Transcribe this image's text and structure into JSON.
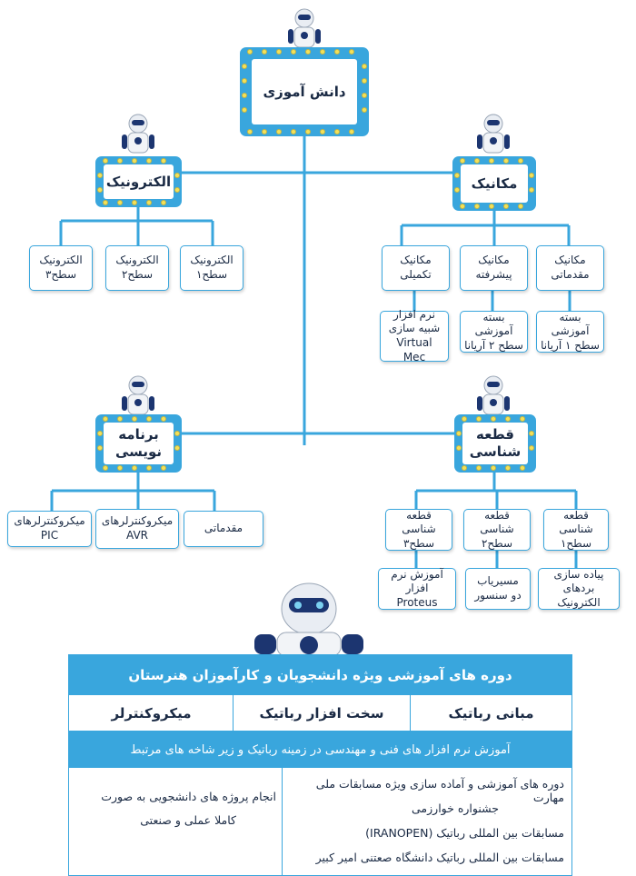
{
  "root": {
    "label": "دانش آموزی"
  },
  "branches": {
    "electronics": {
      "label": "الکترونیک",
      "children": [
        "الکترونیک\nسطح۱",
        "الکترونیک\nسطح۲",
        "الکترونیک\nسطح۳"
      ]
    },
    "mechanics": {
      "label": "مکانیک",
      "children": [
        "مکانیک\nمقدماتی",
        "مکانیک\nپیشرفته",
        "مکانیک\nتکمیلی"
      ],
      "details": [
        "بسته آموزشی\nسطح ۱ آریانا",
        "بسته آموزشی\nسطح ۲ آریانا",
        "نرم افزار\nشبیه سازی\nVirtual Mec"
      ]
    },
    "programming": {
      "label": "برنامه\nنویسی",
      "children": [
        "مقدماتی",
        "میکروکنترلرهای\nAVR",
        "میکروکنترلرهای\nPIC"
      ]
    },
    "parts": {
      "label": "قطعه\nشناسی",
      "children": [
        "قطعه شناسی\nسطح۱",
        "قطعه شناسی\nسطح۲",
        "قطعه شناسی\nسطح۳"
      ],
      "details": [
        "پیاده سازی\nبردهای الکترونیک",
        "مسیریاب\nدو سنسور",
        "آموزش نرم افزار\nProteus"
      ]
    }
  },
  "table": {
    "title": "دوره های آموزشی ویژه دانشجویان و کارآموزان هنرستان",
    "columns": [
      "مبانی رباتیک",
      "سخت افزار رباتیک",
      "میکروکنترلر"
    ],
    "subtitle": "آموزش نرم افزار های فنی و مهندسی در زمینه رباتیک و زیر شاخه های مرتبط",
    "right_lines": [
      "دوره های آموزشی و آماده سازی ویژه مسابقات ملی مهارت",
      "جشنواره خوارزمی",
      "مسابقات بین المللی رباتیک (IRANOPEN)",
      "مسابقات بین المللی رباتیک دانشگاه صعتنی امیر کبیر"
    ],
    "left_lines": [
      "انجام پروژه های دانشجویی به صورت",
      "کاملا عملی و صنعتی"
    ]
  },
  "colors": {
    "accent": "#39a6dd",
    "bulb": "#f3e15a",
    "text": "#1a2a44"
  },
  "icons": {
    "robot": "robot-icon"
  }
}
